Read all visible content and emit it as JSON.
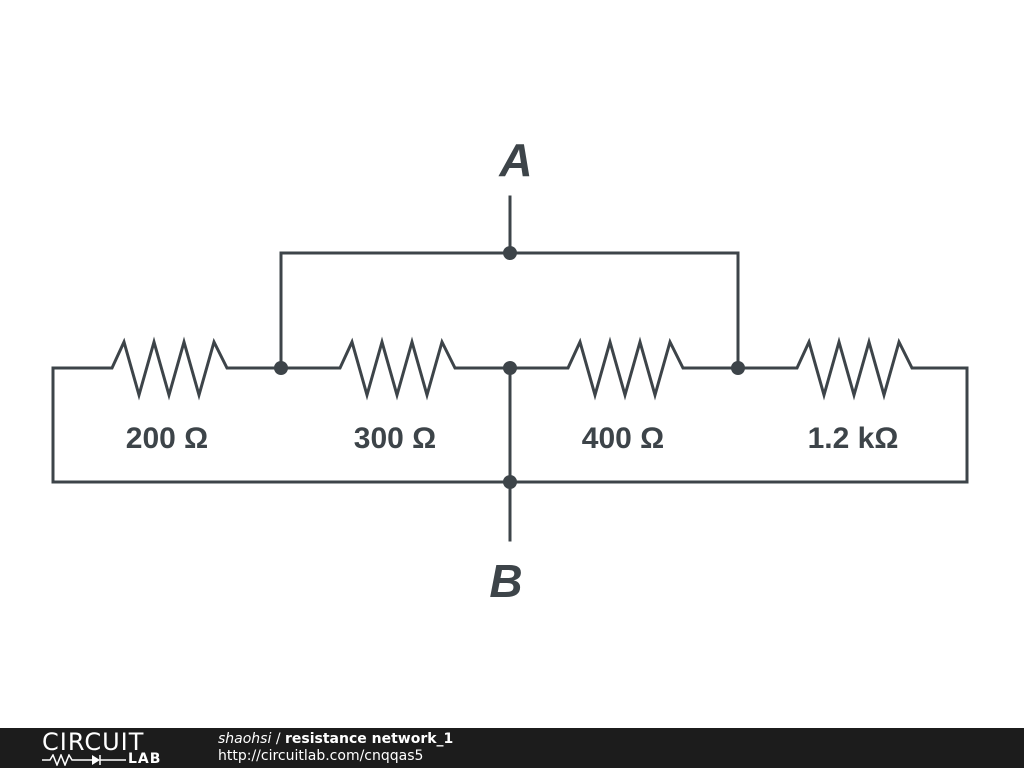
{
  "circuit": {
    "terminals": {
      "top": "A",
      "bottom": "B"
    },
    "resistors": [
      {
        "label": "200 Ω"
      },
      {
        "label": "300 Ω"
      },
      {
        "label": "400 Ω"
      },
      {
        "label": "1.2 kΩ"
      }
    ]
  },
  "footer": {
    "logo_word": "CIRCUIT",
    "logo_sub": "LAB",
    "author": "shaohsi",
    "separator": "/",
    "title": "resistance network_1",
    "url": "http://circuitlab.com/cnqqas5"
  },
  "colors": {
    "ink": "#3d4449",
    "footer_bg": "#1c1c1c",
    "background": "#ffffff"
  }
}
